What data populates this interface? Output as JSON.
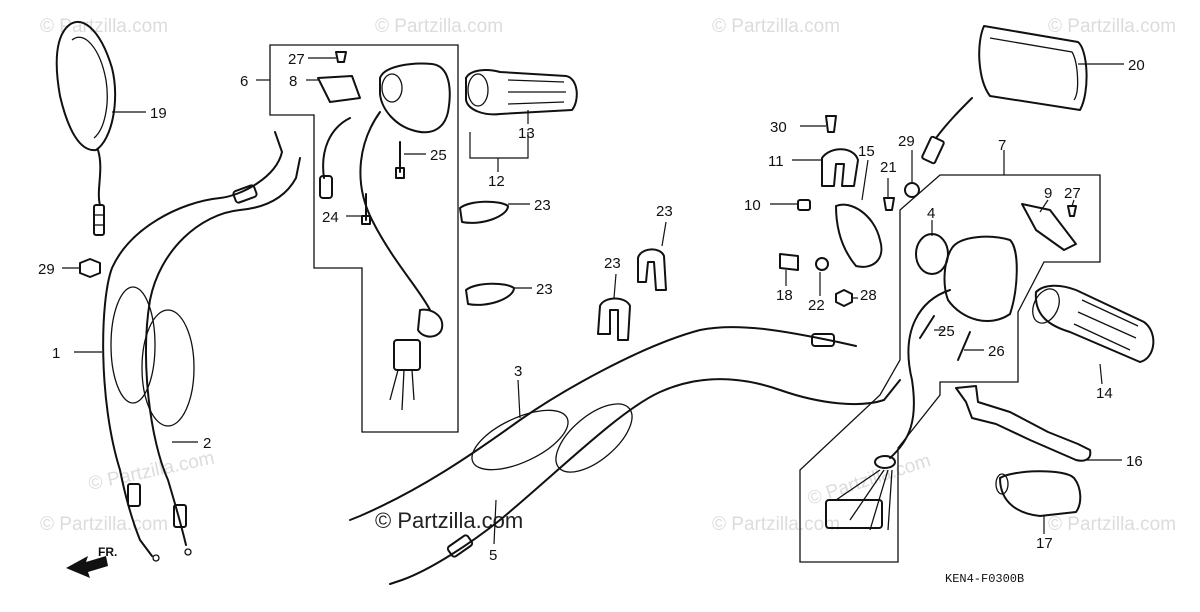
{
  "diagram": {
    "drawing_code": "KEN4-F0300B",
    "front_label": "FR.",
    "watermark_main": "© Partzilla.com",
    "watermark_faint": [
      "© Partzilla.com",
      "© Partzilla.com",
      "© Partzilla.com",
      "© Partzilla.com",
      "© Partzilla.com",
      "© Partzilla.com",
      "© Partzilla.com",
      "© Partzilla.com",
      "© Partzilla.com"
    ],
    "callouts": [
      "1",
      "2",
      "3",
      "4",
      "5",
      "6",
      "7",
      "8",
      "9",
      "10",
      "11",
      "12",
      "13",
      "14",
      "15",
      "16",
      "17",
      "18",
      "19",
      "20",
      "21",
      "22",
      "23",
      "23",
      "23",
      "23",
      "24",
      "25",
      "25",
      "26",
      "27",
      "27",
      "28",
      "29",
      "29",
      "30"
    ]
  },
  "colors": {
    "line": "#111111",
    "watermark": "#dcdcdc",
    "background": "#ffffff"
  }
}
